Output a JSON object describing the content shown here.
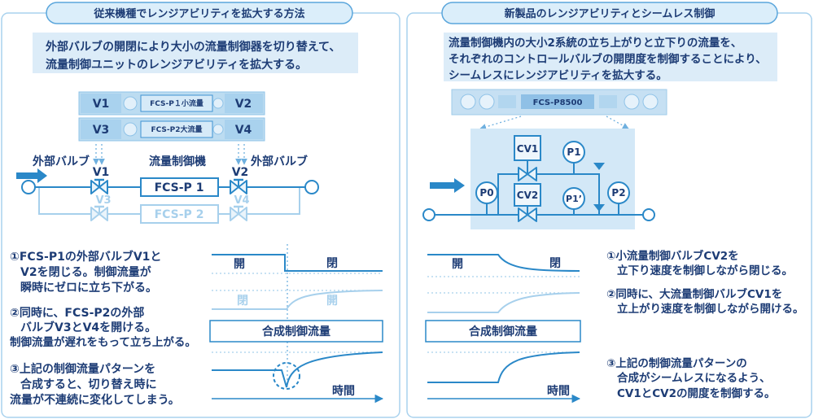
{
  "left": {
    "title": "従来機種でレンジアビリティを拡大する方法",
    "intro": [
      "外部バルブの開閉により大小の流量制御器を切り替えて、",
      "流量制御ユニットのレンジアビリティを拡大する。"
    ],
    "device": {
      "top_left": "V1",
      "top_center": "FCS-P１小流量",
      "top_right": "V2",
      "bottom_left": "V3",
      "bottom_center": "FCS-P2大流量",
      "bottom_right": "V4"
    },
    "callouts": {
      "external_valve_left": "外部バルブ",
      "flow_controller": "流量制御機",
      "external_valve_right": "外部バルブ"
    },
    "piping": {
      "v1": "V1",
      "v2": "V2",
      "v3": "V3",
      "v4": "V4",
      "unit1": "FCS-P 1",
      "unit2": "FCS-P 2"
    },
    "steps": [
      [
        "①FCS-P1の外部バルブV1と",
        "V2を閉じる。制御流量が",
        "瞬時にゼロに立ち下がる。"
      ],
      [
        "②同時に、FCS-P2の外部",
        "バルブV3とV4を開ける。",
        "制御流量が遅れをもって立ち上がる。"
      ],
      [
        "③上記の制御流量パターンを",
        "合成すると、切り替え時に",
        "流量が不連続に変化してしまう。"
      ]
    ],
    "timing": {
      "small_open": "開",
      "small_closed": "閉",
      "large_closed": "閉",
      "large_open": "開",
      "composite": "合成制御流量",
      "time_axis": "時間"
    }
  },
  "right": {
    "title": "新製品のレンジアビリティとシームレス制御",
    "intro": [
      "流量制御機内の大小2系統の立ち上がりと立下りの流量を、",
      "それぞれのコントロールバルブの開閉度を制御することにより、",
      "シームレスにレンジアビリティを拡大する。"
    ],
    "device": {
      "model": "FCS-P8500"
    },
    "piping": {
      "cv1": "CV1",
      "cv2": "CV2",
      "p0": "P0",
      "p1": "P1",
      "p1_prime": "P1’",
      "p2": "P2"
    },
    "steps": [
      [
        "①小流量制御バルブCV2を",
        "立下り速度を制御しながら閉じる。"
      ],
      [
        "②同時に、大流量制御バルブCV1を",
        "立上がり速度を制御しながら開ける。"
      ],
      [
        "③上記の制御流量パターンの",
        "合成がシームレスになるよう、",
        "CV1とCV2の開度を制御する。"
      ]
    ],
    "timing": {
      "small_open": "開",
      "small_closed": "閉",
      "composite": "合成制御流量",
      "time_axis": "時間"
    }
  },
  "colors": {
    "accent": "#2a88c8",
    "faded": "#a7d0ec",
    "text": "#1d3c75",
    "highlight_fill": "#dcecf8"
  }
}
